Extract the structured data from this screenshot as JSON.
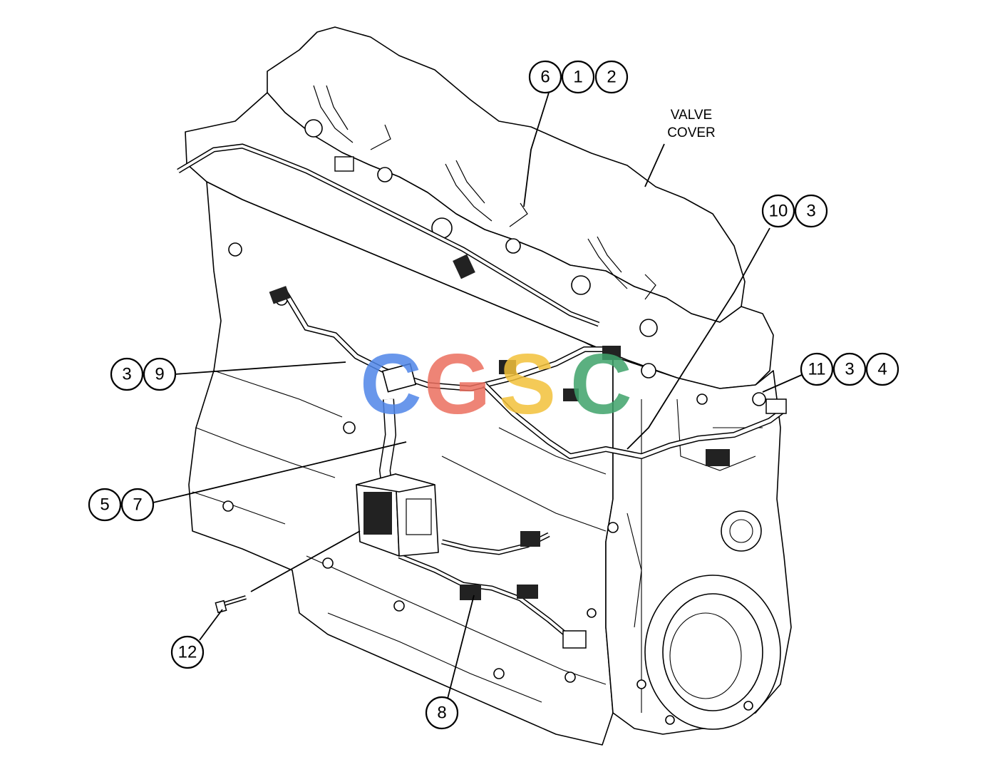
{
  "labels": {
    "valve_cover_line1": "VALVE",
    "valve_cover_line2": "COVER"
  },
  "callouts": {
    "top_group": [
      "6",
      "1",
      "2"
    ],
    "right_upper_group": [
      "10",
      "3"
    ],
    "right_group": [
      "11",
      "3",
      "4"
    ],
    "left_upper_group": [
      "3",
      "9"
    ],
    "left_lower_group": [
      "5",
      "7"
    ],
    "bottom_left": [
      "12"
    ],
    "bottom_center": [
      "8"
    ]
  },
  "watermark": {
    "text": "CGSC",
    "colors": [
      "#4f86e8",
      "#ec6f5f",
      "#f3c13a",
      "#3fa36b"
    ]
  }
}
